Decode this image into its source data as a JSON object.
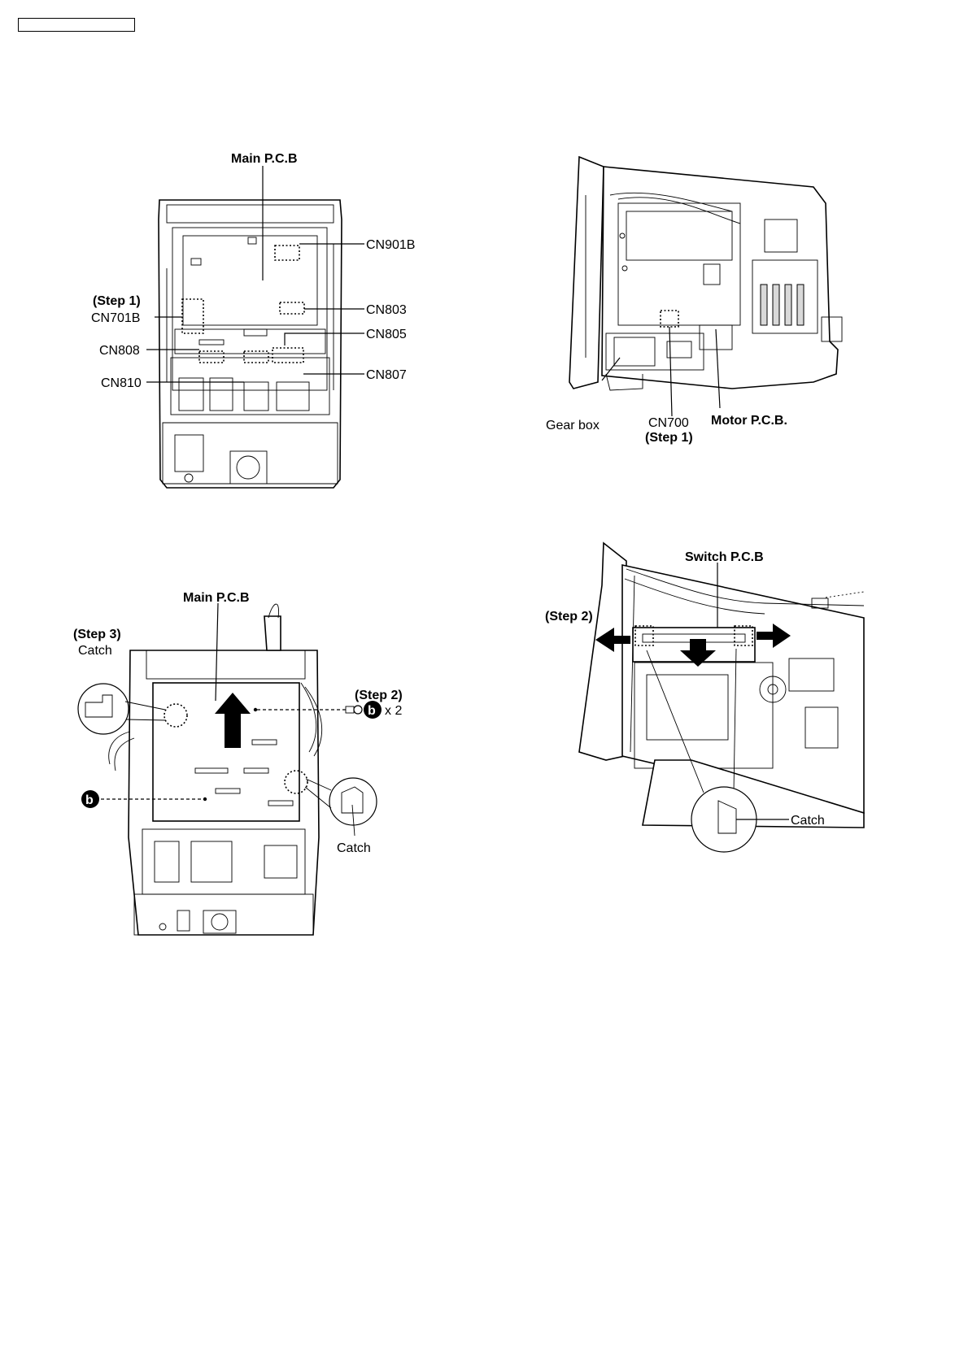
{
  "header_box": "",
  "fig1": {
    "main_pcb": "Main P.C.B",
    "step1": "(Step 1)",
    "cn701b": "CN701B",
    "cn808": "CN808",
    "cn810": "CN810",
    "cn901b": "CN901B",
    "cn803": "CN803",
    "cn805": "CN805",
    "cn807": "CN807"
  },
  "fig2": {
    "gear_box": "Gear box",
    "cn700": "CN700",
    "step1": "(Step 1)",
    "motor_pcb": "Motor P.C.B."
  },
  "fig3": {
    "main_pcb": "Main P.C.B",
    "step3": "(Step 3)",
    "catch_left": "Catch",
    "step2": "(Step 2)",
    "screw_symbol": "b",
    "screw_count": "x 2",
    "screw_symbol_left": "b",
    "catch_right": "Catch"
  },
  "fig4": {
    "switch_pcb": "Switch P.C.B",
    "step2": "(Step 2)",
    "catch": "Catch"
  }
}
